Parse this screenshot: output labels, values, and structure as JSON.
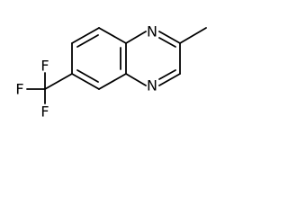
{
  "molecule": {
    "atoms": {
      "n1": "N",
      "n4": "N",
      "f1": "F",
      "f2": "F",
      "f3": "F"
    }
  }
}
